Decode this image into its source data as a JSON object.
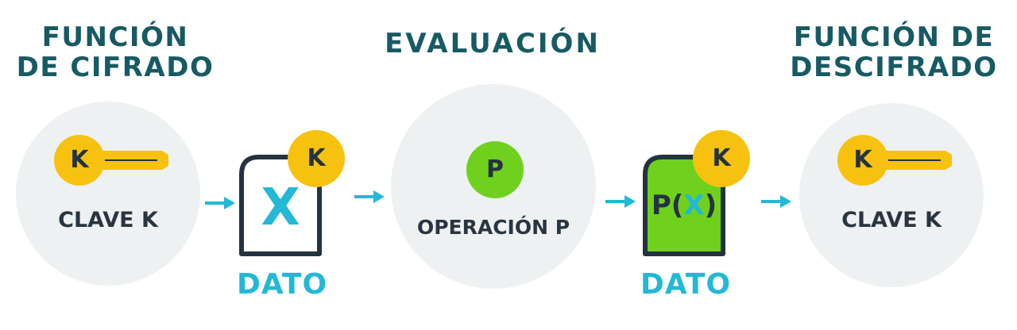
{
  "stages": {
    "encrypt": {
      "title_line1": "FUNCIÓN",
      "title_line2": "DE CIFRADO",
      "key_letter": "K",
      "caption": "CLAVE K"
    },
    "evaluate": {
      "title": "EVALUACIÓN",
      "operation_letter": "P",
      "caption": "OPERACIÓN P"
    },
    "decrypt": {
      "title_line1": "FUNCIÓN DE",
      "title_line2": "DESCIFRADO",
      "key_letter": "K",
      "caption": "CLAVE K"
    }
  },
  "data_items": {
    "input": {
      "content": "X",
      "key_badge": "K",
      "label": "DATO"
    },
    "output": {
      "content_prefix": "P(",
      "content_var": "X",
      "content_suffix": ")",
      "key_badge": "K",
      "label": "DATO"
    }
  },
  "colors": {
    "title": "#175a63",
    "key_yellow": "#f6c20f",
    "accent_cyan": "#22b8d6",
    "operation_green": "#6fd11d",
    "text_dark": "#2a3541",
    "circle_bg": "#eef1f2"
  },
  "icons": [
    "key-icon",
    "arrow-right-icon",
    "document-icon",
    "operation-p-icon"
  ]
}
